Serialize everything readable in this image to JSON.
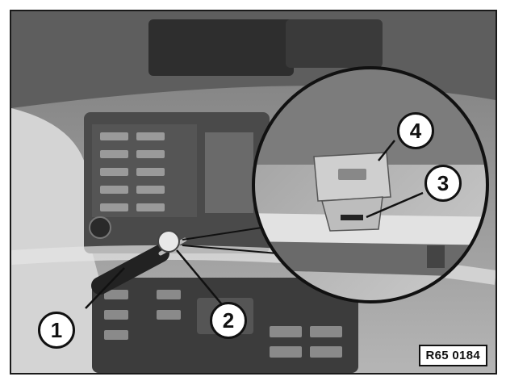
{
  "figure": {
    "callouts": [
      {
        "label": "1",
        "target": "screwdriver-tool"
      },
      {
        "label": "2",
        "target": "fastener-screw"
      },
      {
        "label": "3",
        "target": "retaining-clip-slot"
      },
      {
        "label": "4",
        "target": "retaining-clip"
      }
    ],
    "reference_code": "R65 0184"
  }
}
